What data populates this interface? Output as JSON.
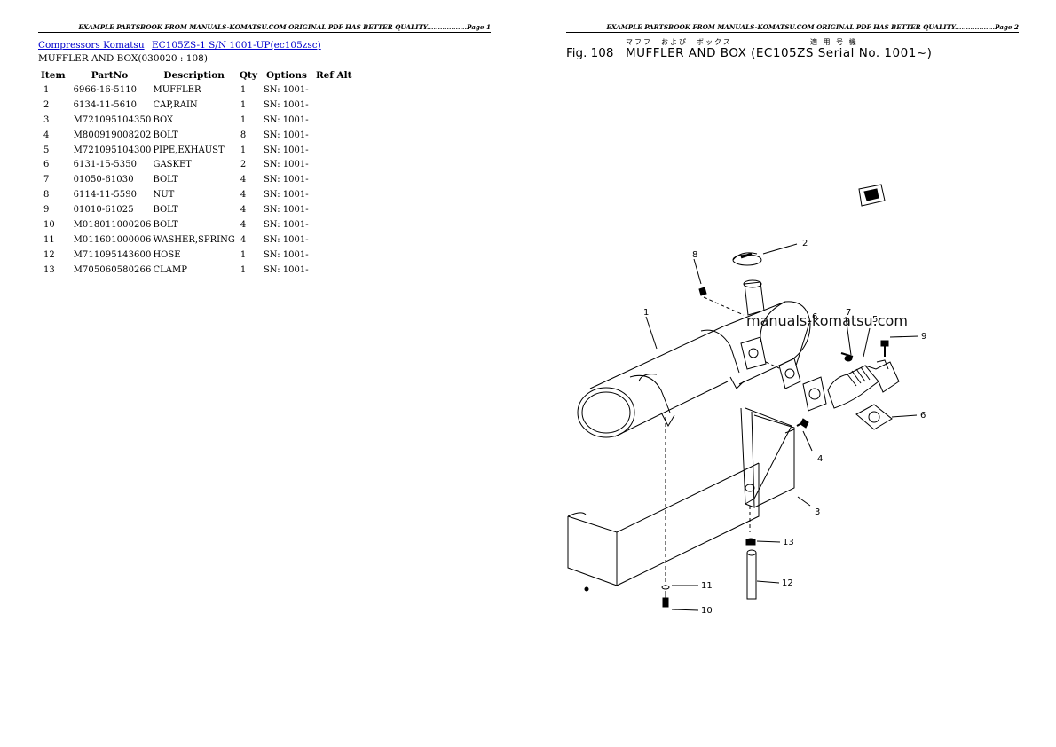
{
  "left_page": {
    "header": "EXAMPLE PARTSBOOK FROM MANUALS-KOMATSU.COM ORIGINAL PDF HAS BETTER QUALITY..................Page 1",
    "breadcrumbs": [
      "Compressors Komatsu",
      "EC105ZS-1 S/N 1001-UP(ec105zsc)"
    ],
    "subtitle": "MUFFLER AND BOX(030020 : 108)",
    "table": {
      "headers": [
        "Item",
        "PartNo",
        "Description",
        "Qty",
        "Options",
        "Ref Alt"
      ],
      "rows": [
        [
          "1",
          "6966-16-5110",
          "MUFFLER",
          "1",
          "SN: 1001-",
          ""
        ],
        [
          "2",
          "6134-11-5610",
          "CAP,RAIN",
          "1",
          "SN: 1001-",
          ""
        ],
        [
          "3",
          "M721095104350",
          "BOX",
          "1",
          "SN: 1001-",
          ""
        ],
        [
          "4",
          "M800919008202",
          "BOLT",
          "8",
          "SN: 1001-",
          ""
        ],
        [
          "5",
          "M721095104300",
          "PIPE,EXHAUST",
          "1",
          "SN: 1001-",
          ""
        ],
        [
          "6",
          "6131-15-5350",
          "GASKET",
          "2",
          "SN: 1001-",
          ""
        ],
        [
          "7",
          "01050-61030",
          "BOLT",
          "4",
          "SN: 1001-",
          ""
        ],
        [
          "8",
          "6114-11-5590",
          "NUT",
          "4",
          "SN: 1001-",
          ""
        ],
        [
          "9",
          "01010-61025",
          "BOLT",
          "4",
          "SN: 1001-",
          ""
        ],
        [
          "10",
          "M018011000206",
          "BOLT",
          "4",
          "SN: 1001-",
          ""
        ],
        [
          "11",
          "M011601000006",
          "WASHER,SPRING",
          "4",
          "SN: 1001-",
          ""
        ],
        [
          "12",
          "M711095143600",
          "HOSE",
          "1",
          "SN: 1001-",
          ""
        ],
        [
          "13",
          "M705060580266",
          "CLAMP",
          "1",
          "SN: 1001-",
          ""
        ]
      ]
    }
  },
  "right_page": {
    "header": "EXAMPLE PARTSBOOK FROM MANUALS-KOMATSU.COM ORIGINAL PDF HAS BETTER QUALITY..................Page 2",
    "figure": {
      "fig_number": "Fig. 108",
      "jp_left": "マフフ　およぴ　ボックス",
      "jp_right": "適 用 号 機",
      "title": "MUFFLER AND BOX  (EC105ZS Serial No. 1001~)"
    },
    "watermark": "manuals-komatsu.com",
    "callouts": [
      "1",
      "2",
      "3",
      "4",
      "5",
      "6",
      "6",
      "7",
      "8",
      "9",
      "10",
      "11",
      "12",
      "13"
    ]
  }
}
